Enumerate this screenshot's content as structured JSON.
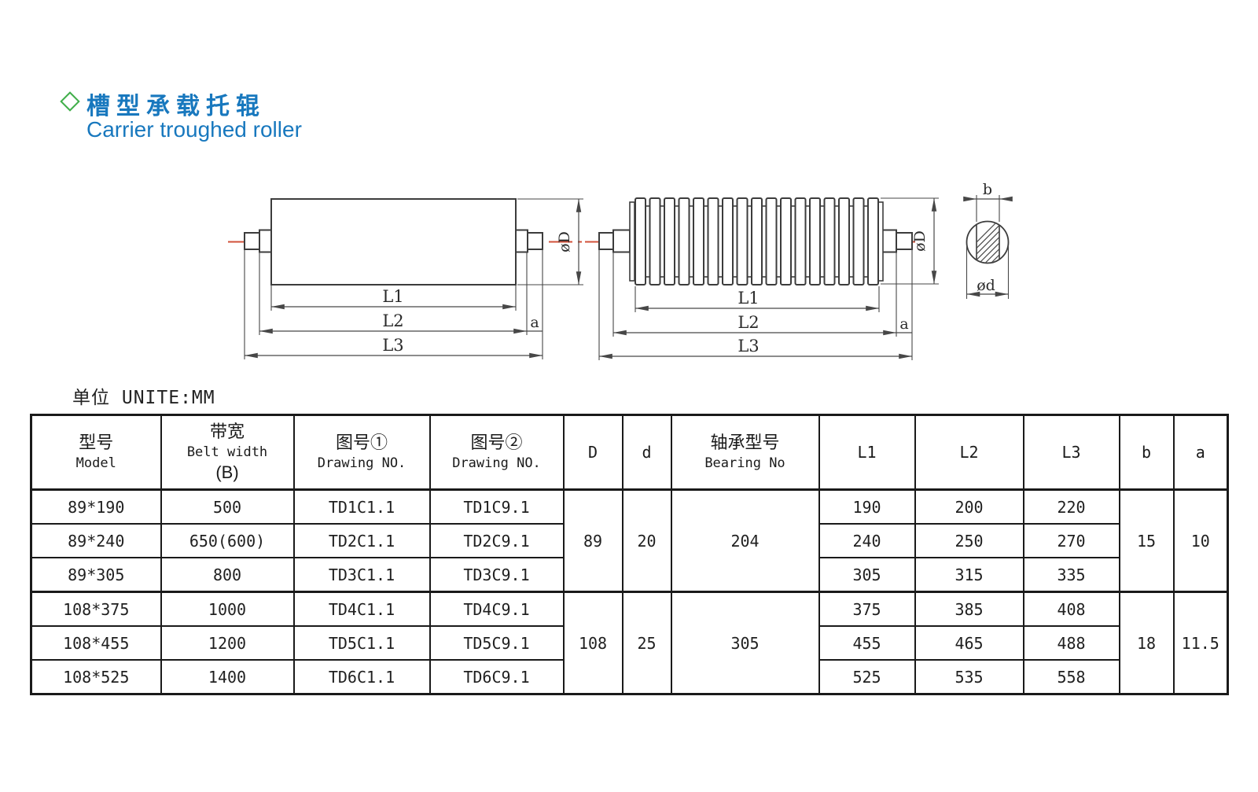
{
  "page": {
    "title_zh": "槽型承载托辊",
    "title_en": "Carrier troughed roller",
    "unit_label": "单位 UNITE:MM"
  },
  "colors": {
    "title_blue": "#1878be",
    "diamond_green": "#3fae49",
    "centerline_red": "#d0503a",
    "drawing_line": "#3c3c3c",
    "table_border": "#1a1a1a"
  },
  "labels": {
    "l1": "L1",
    "l2": "L2",
    "l3": "L3",
    "a": "a",
    "b": "b",
    "d_big": "øD",
    "d_small": "ød"
  },
  "drawings": {
    "left_roller": "smooth carrier roller side view",
    "right_roller": "ribbed carrier roller side view",
    "rib_count": 17,
    "shaft_section": "shaft cross-section with flats"
  },
  "table": {
    "columns": [
      {
        "key": "model",
        "zh": "型号",
        "en": "Model"
      },
      {
        "key": "belt",
        "zh": "带宽",
        "en": "Belt width",
        "sub": "(B)"
      },
      {
        "key": "dwg1",
        "zh": "图号①",
        "en": "Drawing NO."
      },
      {
        "key": "dwg2",
        "zh": "图号②",
        "en": "Drawing NO."
      },
      {
        "key": "D",
        "en": "D"
      },
      {
        "key": "d",
        "en": "d"
      },
      {
        "key": "bearing",
        "zh": "轴承型号",
        "en": "Bearing No"
      },
      {
        "key": "L1",
        "en": "L1"
      },
      {
        "key": "L2",
        "en": "L2"
      },
      {
        "key": "L3",
        "en": "L3"
      },
      {
        "key": "b",
        "en": "b"
      },
      {
        "key": "a",
        "en": "a"
      }
    ],
    "groups": [
      {
        "D": "89",
        "d": "20",
        "bearing": "204",
        "b": "15",
        "a": "10",
        "rows": [
          {
            "model": "89*190",
            "belt": "500",
            "dwg1": "TD1C1.1",
            "dwg2": "TD1C9.1",
            "L1": "190",
            "L2": "200",
            "L3": "220"
          },
          {
            "model": "89*240",
            "belt": "650(600)",
            "dwg1": "TD2C1.1",
            "dwg2": "TD2C9.1",
            "L1": "240",
            "L2": "250",
            "L3": "270"
          },
          {
            "model": "89*305",
            "belt": "800",
            "dwg1": "TD3C1.1",
            "dwg2": "TD3C9.1",
            "L1": "305",
            "L2": "315",
            "L3": "335"
          }
        ]
      },
      {
        "D": "108",
        "d": "25",
        "bearing": "305",
        "b": "18",
        "a": "11.5",
        "rows": [
          {
            "model": "108*375",
            "belt": "1000",
            "dwg1": "TD4C1.1",
            "dwg2": "TD4C9.1",
            "L1": "375",
            "L2": "385",
            "L3": "408"
          },
          {
            "model": "108*455",
            "belt": "1200",
            "dwg1": "TD5C1.1",
            "dwg2": "TD5C9.1",
            "L1": "455",
            "L2": "465",
            "L3": "488"
          },
          {
            "model": "108*525",
            "belt": "1400",
            "dwg1": "TD6C1.1",
            "dwg2": "TD6C9.1",
            "L1": "525",
            "L2": "535",
            "L3": "558"
          }
        ]
      }
    ]
  }
}
